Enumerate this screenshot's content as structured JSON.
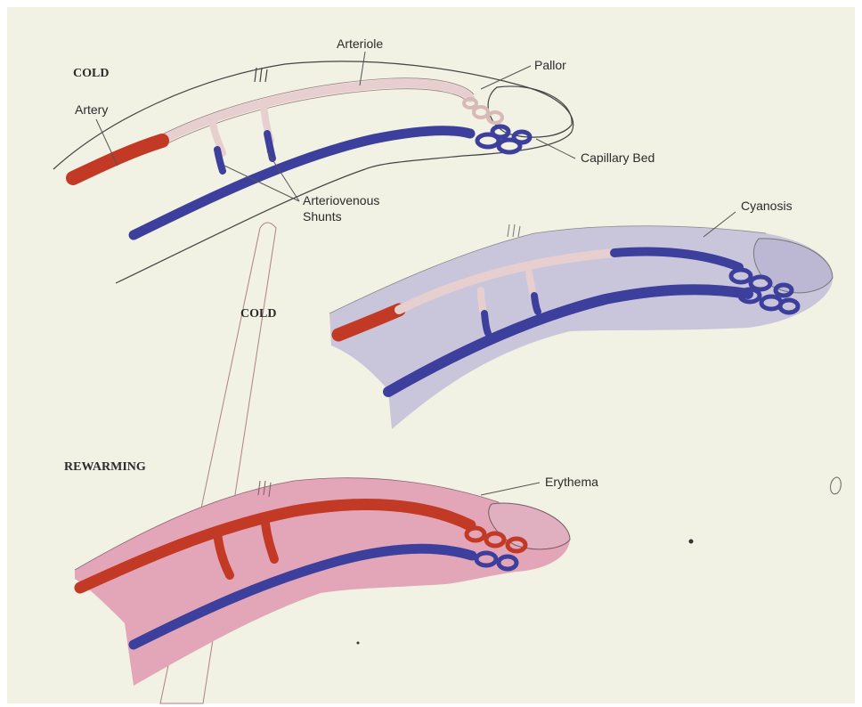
{
  "labels": {
    "cold_top": "COLD",
    "cold_mid": "COLD",
    "rewarming": "REWARMING",
    "arteriole": "Arteriole",
    "pallor": "Pallor",
    "artery": "Artery",
    "capillary_bed": "Capillary Bed",
    "av_shunts_line1": "Arteriovenous",
    "av_shunts_line2": "Shunts",
    "cyanosis": "Cyanosis",
    "erythema": "Erythema"
  },
  "colors": {
    "background": "#f1f1e4",
    "vein": "#3d3f9c",
    "artery": "#c23a25",
    "pale_vessel": "#e8cfcf",
    "cyanosis_skin": "#c9c6dc",
    "erythema_skin": "#e3a6b8"
  }
}
